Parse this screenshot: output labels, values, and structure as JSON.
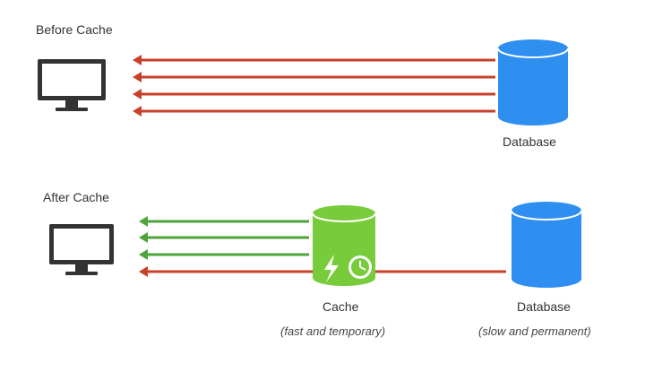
{
  "sections": {
    "before": {
      "title": "Before Cache",
      "database_label": "Database"
    },
    "after": {
      "title": "After Cache",
      "cache_label": "Cache",
      "cache_note": "(fast and temporary)",
      "database_label": "Database",
      "database_note": "(slow and permanent)"
    }
  },
  "colors": {
    "miss_arrow": "#c8402a",
    "hit_arrow": "#4ea43a",
    "database": "#2f8ff0",
    "cache": "#78cc3c",
    "monitor": "#333333"
  },
  "icons": [
    "monitor-icon",
    "database-icon",
    "cache-icon",
    "lightning-icon",
    "clock-icon"
  ]
}
